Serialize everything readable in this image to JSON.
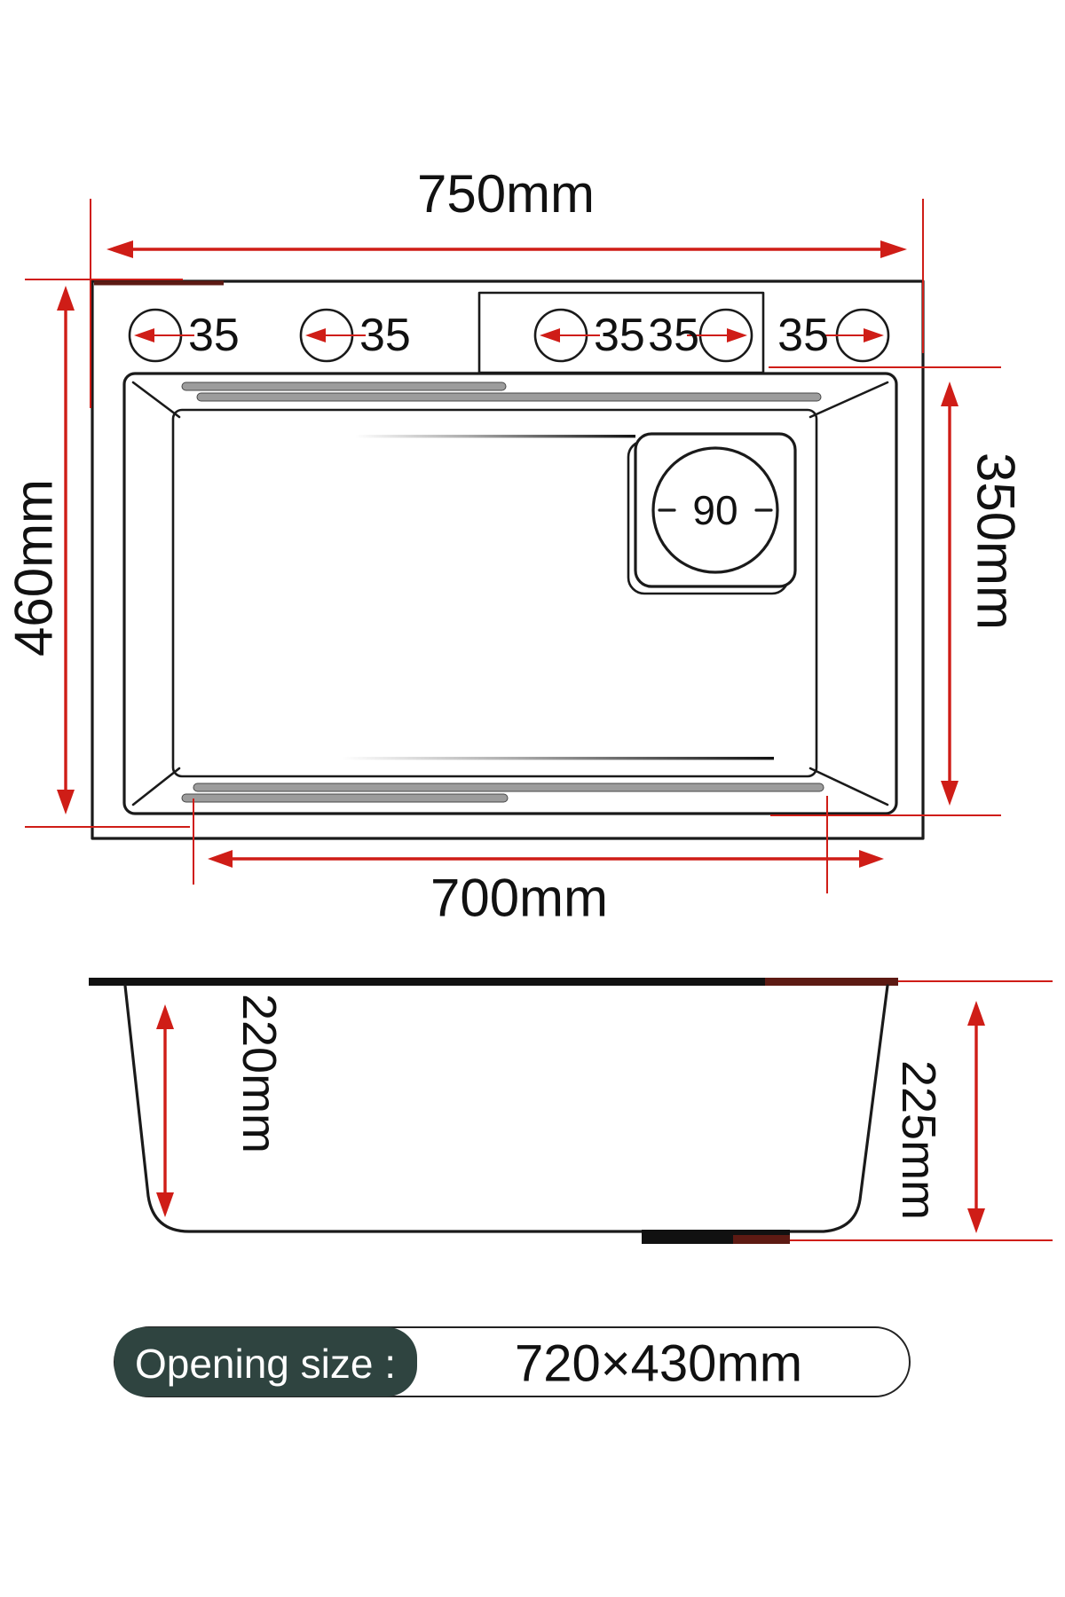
{
  "title": "sink-dimension-diagram",
  "top_view": {
    "overall_width": "750mm",
    "overall_depth": "460mm",
    "bowl_depth": "350mm",
    "bottom_width": "700mm",
    "faucet_hole_diameters": [
      "35",
      "35",
      "35",
      "35",
      "35"
    ],
    "drain_diameter": "90"
  },
  "side_view": {
    "inner_depth": "220mm",
    "overall_height": "225mm"
  },
  "footer": {
    "opening_size_label": "Opening size :",
    "opening_size_value": "720×430mm"
  },
  "colors": {
    "dimension_red": "#cf1d17",
    "line_black": "#1a1a1a",
    "groove_grey": "#9c9c9c",
    "overlap_maroon": "#5d1a13",
    "badge_green": "#2f4440"
  }
}
